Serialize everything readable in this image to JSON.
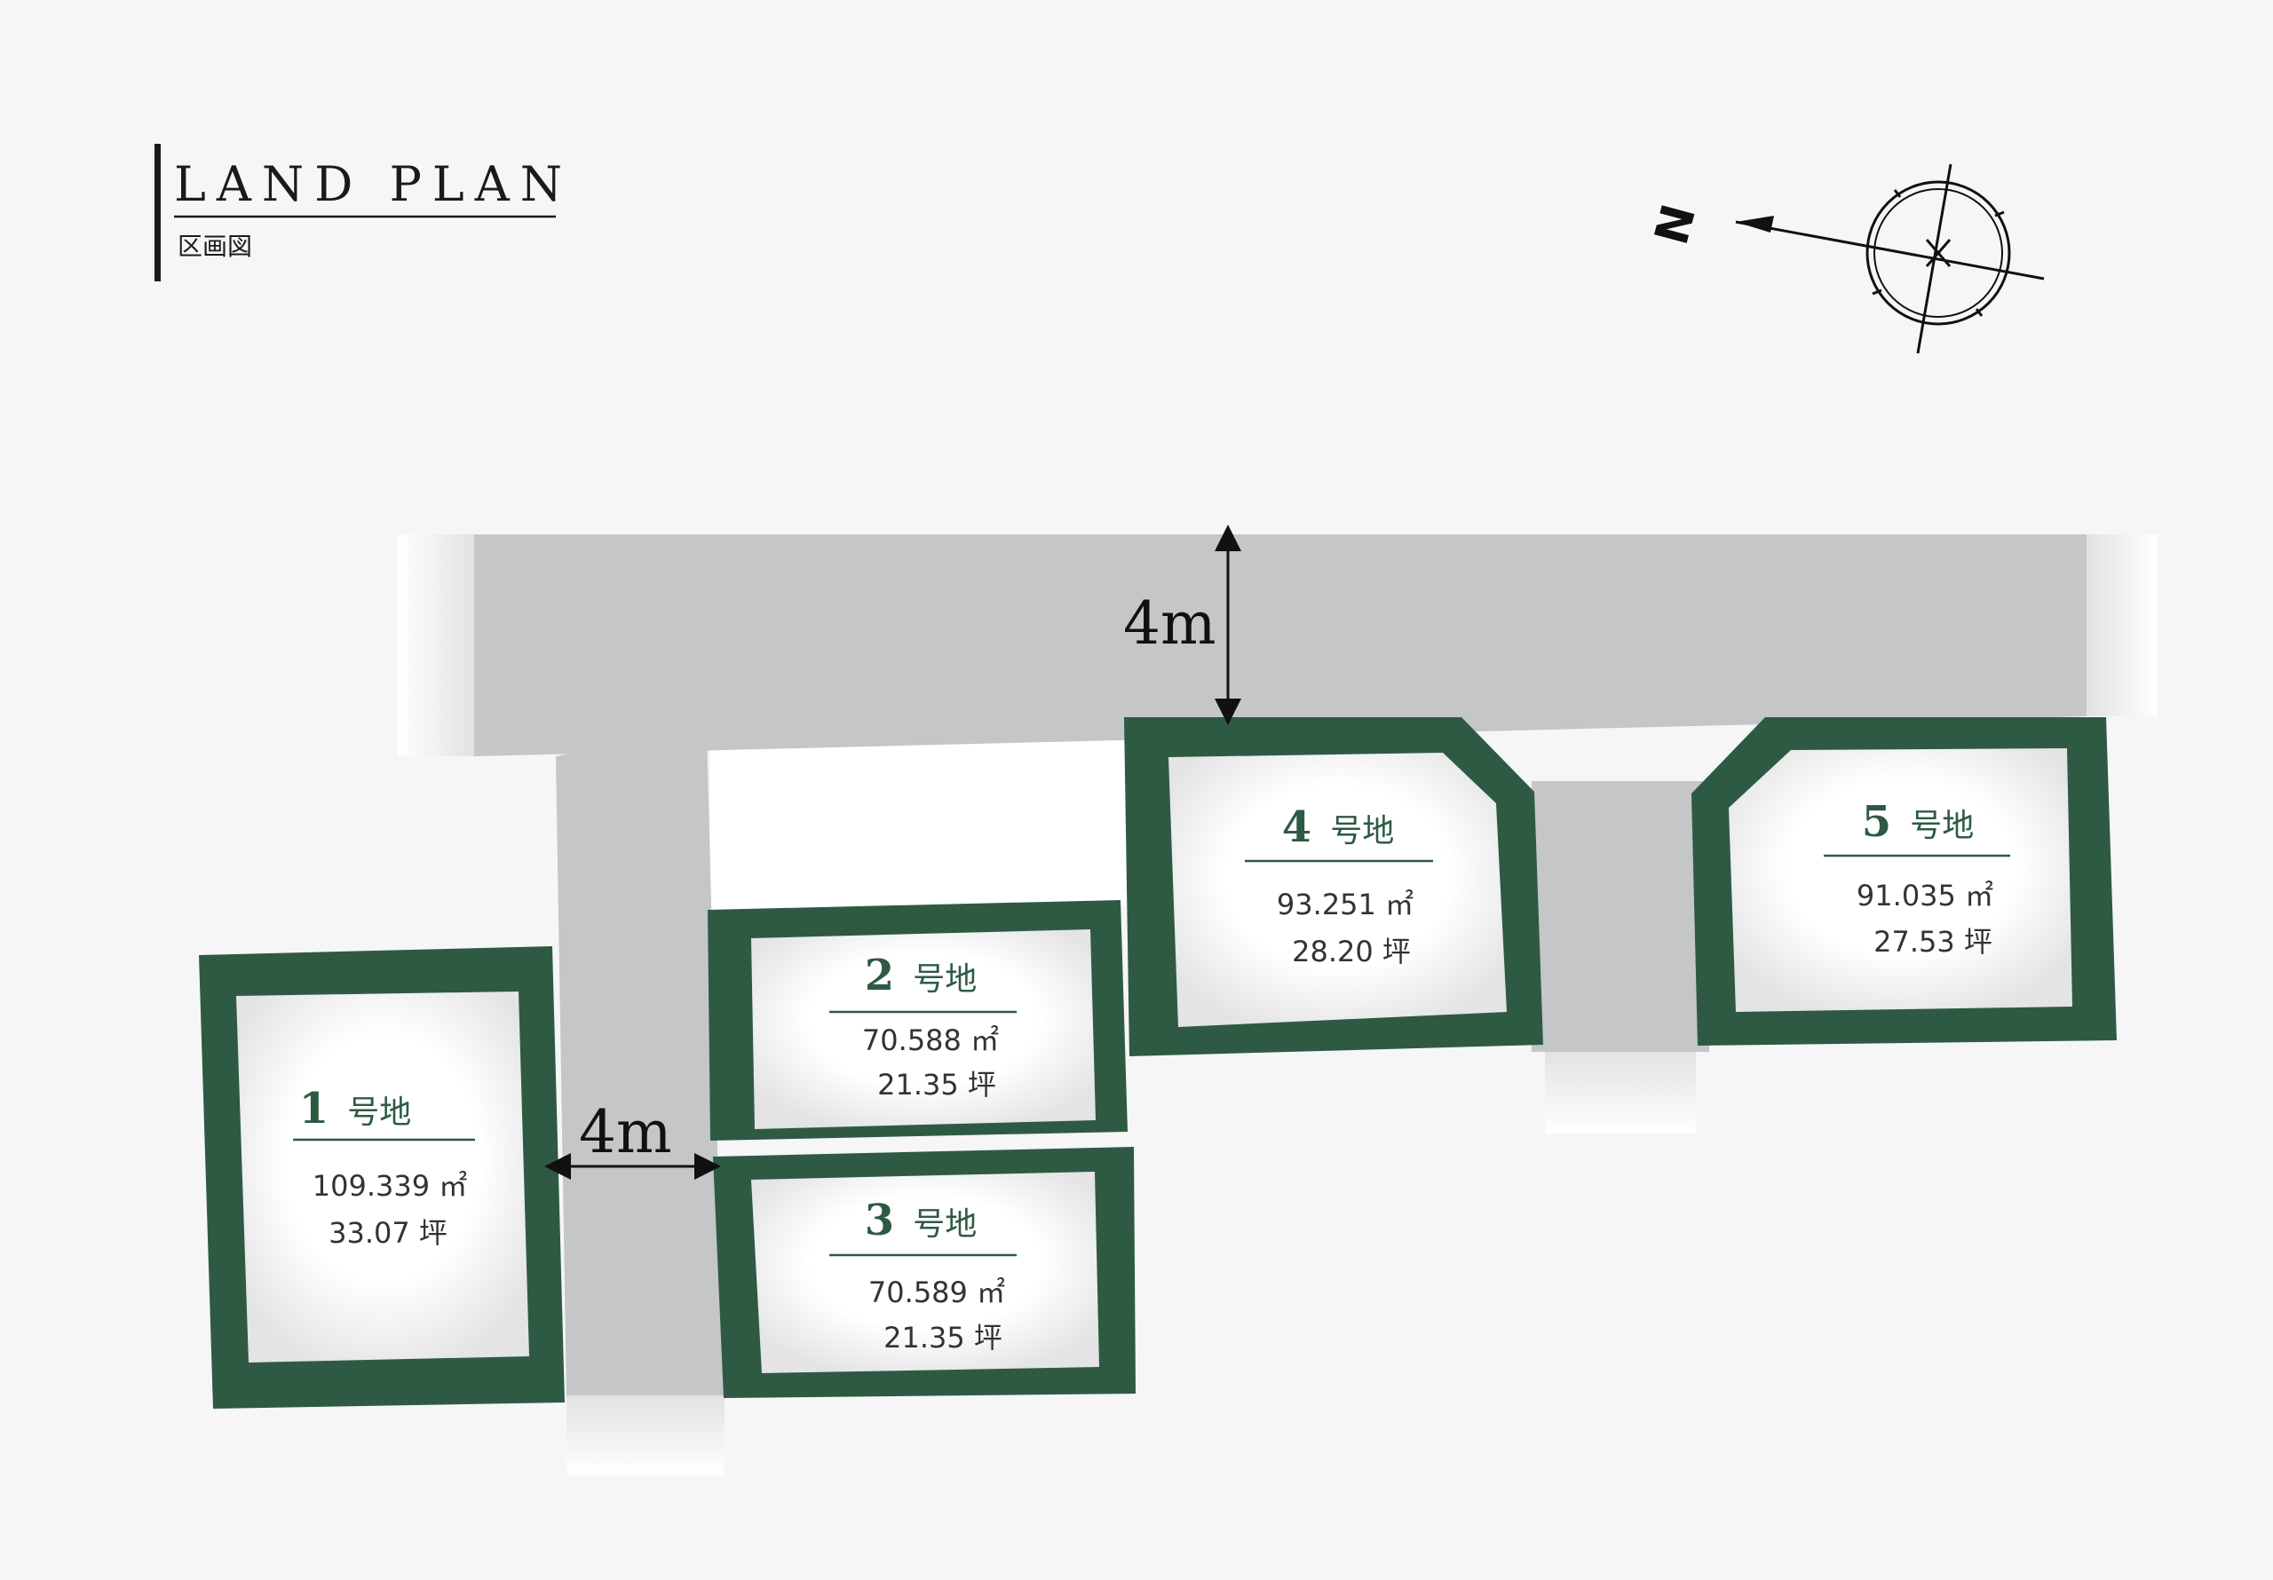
{
  "title": {
    "main": "LAND PLAN",
    "sub": "区画図"
  },
  "compass": {
    "label": "N"
  },
  "road_width_label_top": "4m",
  "road_width_label_side": "4m",
  "lot_suffix": "号地",
  "lots": [
    {
      "number": "1",
      "area_m2": "109.339 ㎡",
      "area_tsubo": "33.07 坪"
    },
    {
      "number": "2",
      "area_m2": "70.588 ㎡",
      "area_tsubo": "21.35 坪"
    },
    {
      "number": "3",
      "area_m2": "70.589 ㎡",
      "area_tsubo": "21.35 坪"
    },
    {
      "number": "4",
      "area_m2": "93.251 ㎡",
      "area_tsubo": "28.20 坪"
    },
    {
      "number": "5",
      "area_m2": "91.035 ㎡",
      "area_tsubo": "27.53 坪"
    }
  ],
  "colors": {
    "background": "#f6f6f6",
    "road": "#c4c6c8",
    "lot_border": "#2e5a44",
    "lot_fill": "#ffffff",
    "text_green": "#2e5a44"
  }
}
